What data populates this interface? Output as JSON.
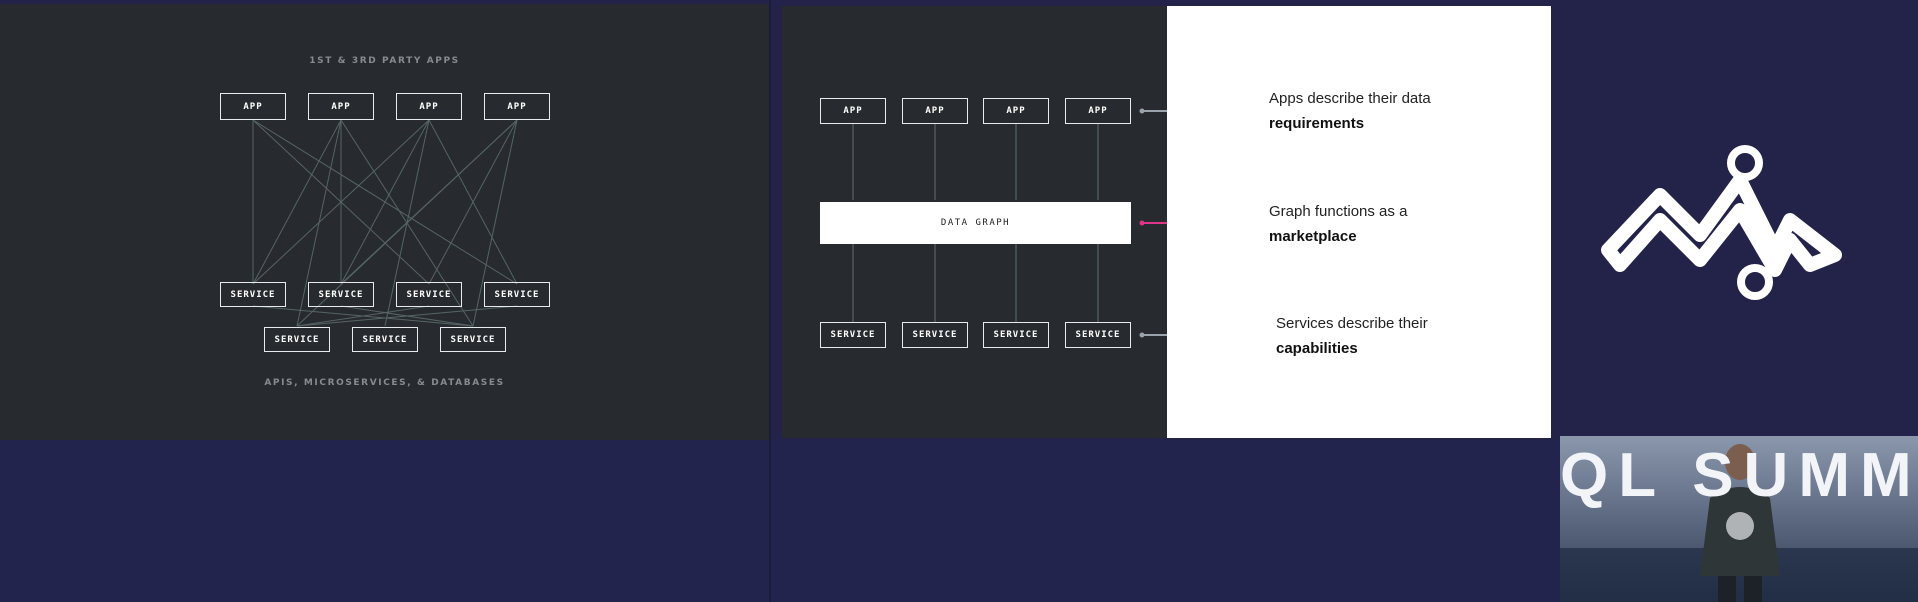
{
  "left_slide": {
    "top_caption": "1ST & 3RD PARTY APPS",
    "bottom_caption": "APIS, MICROSERVICES, & DATABASES",
    "app_label": "APP",
    "service_label": "SERVICE"
  },
  "right_slide": {
    "app_label": "APP",
    "service_label": "SERVICE",
    "graph_label": "DATA GRAPH",
    "desc_apps_line1": "Apps describe their data",
    "desc_apps_bold": "requirements",
    "desc_graph_line1": "Graph functions as a",
    "desc_graph_bold": "marketplace",
    "desc_services_line1": "Services describe their",
    "desc_services_bold": "capabilities",
    "connector_colors": {
      "apps": "#9aa3ab",
      "graph": "#e0338a",
      "services": "#9aa3ab"
    }
  },
  "video": {
    "backdrop_text": "QL SUMM"
  },
  "colors": {
    "background": "#23234a",
    "slide": "#272b2f",
    "accent_pink": "#e0338a"
  },
  "icons": [
    "graph-logo-icon"
  ]
}
